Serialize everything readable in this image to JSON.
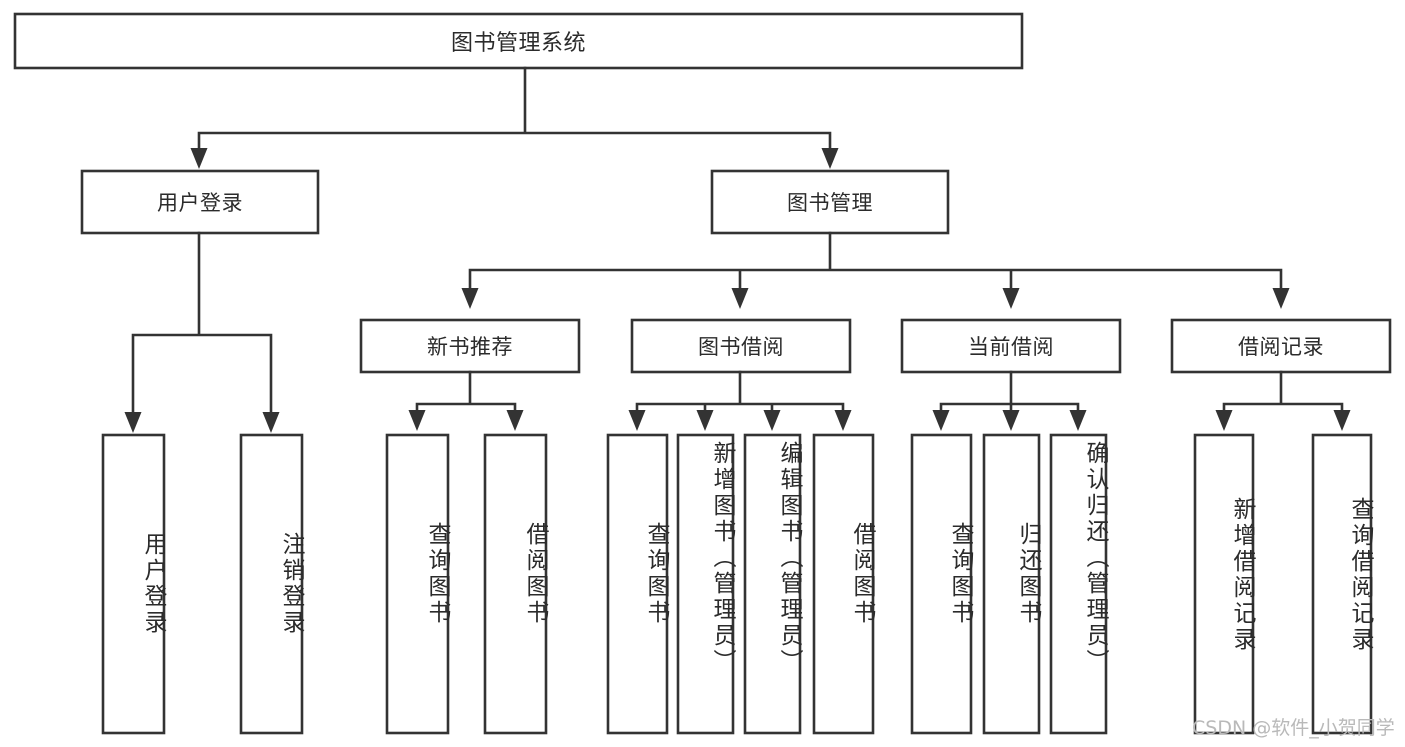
{
  "diagram": {
    "title": "图书管理系统",
    "type": "tree-hierarchy-diagram",
    "colors": {
      "box_stroke": "#333333",
      "box_fill": "#ffffff",
      "text": "#2b2b2b",
      "background": "#ffffff",
      "watermark": "#b9b9b9"
    },
    "root": {
      "label": "图书管理系统"
    },
    "level2": [
      {
        "label": "用户登录"
      },
      {
        "label": "图书管理"
      }
    ],
    "level3": [
      {
        "label": "新书推荐"
      },
      {
        "label": "图书借阅"
      },
      {
        "label": "当前借阅"
      },
      {
        "label": "借阅记录"
      }
    ],
    "leaves": {
      "user_login": [
        {
          "label": "用户登录"
        },
        {
          "label": "注销登录"
        }
      ],
      "new_book_recommend": [
        {
          "label": "查询图书"
        },
        {
          "label": "借阅图书"
        }
      ],
      "book_borrow": [
        {
          "label": "查询图书"
        },
        {
          "label": "新增图书（管理员）"
        },
        {
          "label": "编辑图书（管理员）"
        },
        {
          "label": "借阅图书"
        }
      ],
      "current_borrow": [
        {
          "label": "查询图书"
        },
        {
          "label": "归还图书"
        },
        {
          "label": "确认归还（管理员）"
        }
      ],
      "borrow_record": [
        {
          "label": "新增借阅记录"
        },
        {
          "label": "查询借阅记录"
        }
      ]
    }
  },
  "watermark": {
    "text": "CSDN @软件_小贺同学"
  }
}
